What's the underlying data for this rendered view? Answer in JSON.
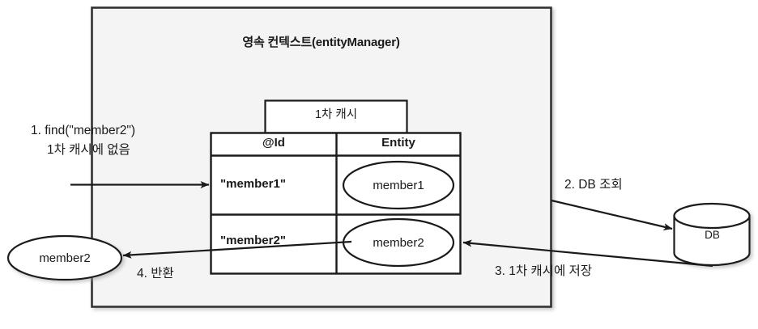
{
  "diagram": {
    "title": "영속 컨텍스트(entityManager)",
    "colors": {
      "container_fill": "#f4f4f4",
      "container_stroke": "#333333",
      "shape_fill": "#ffffff",
      "shape_stroke": "#1a1a1a",
      "text": "#1a1a1a"
    },
    "cache_tab_label": "1차 캐시",
    "table": {
      "headers": [
        "@Id",
        "Entity"
      ],
      "rows": [
        {
          "id": "\"member1\"",
          "entity": "member1"
        },
        {
          "id": "\"member2\"",
          "entity": "member2"
        }
      ]
    },
    "database": {
      "label": "DB"
    },
    "returned_entity": {
      "label": "member2"
    },
    "steps": [
      {
        "number": "1",
        "line1": "1. find(\"member2\")",
        "line2": "1차 캐시에 없음"
      },
      {
        "number": "2",
        "line1": "2. DB 조회",
        "line2": ""
      },
      {
        "number": "3",
        "line1": "3. 1차 캐시에 저장",
        "line2": ""
      },
      {
        "number": "4",
        "line1": "4. 반환",
        "line2": ""
      }
    ]
  }
}
